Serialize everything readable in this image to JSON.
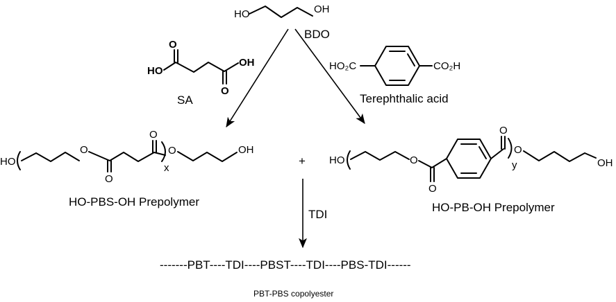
{
  "reactants": {
    "bdo": {
      "label": "BDO",
      "left_group": "HO",
      "right_group": "OH"
    },
    "sa": {
      "label": "SA",
      "left_group": "HO",
      "right_group": "OH",
      "oxygen": "O"
    },
    "terephthalic": {
      "label": "Terephthalic acid",
      "left_group": "HO₂C",
      "right_group": "CO₂H"
    }
  },
  "prepolymers": {
    "pbs": {
      "label": "HO-PBS-OH Prepolymer",
      "end_left": "HO",
      "end_right": "OH",
      "ester_o": "O",
      "subscript": "x"
    },
    "pb": {
      "label": "HO-PB-OH Prepolymer",
      "end_left": "HO",
      "end_right": "OH",
      "ester_o": "O",
      "subscript": "y"
    },
    "plus": "+"
  },
  "reagent": "TDI",
  "product": {
    "chain": "-------PBT----TDI----PBST----TDI----PBS-TDI------",
    "label": "PBT-PBS copolyester"
  }
}
